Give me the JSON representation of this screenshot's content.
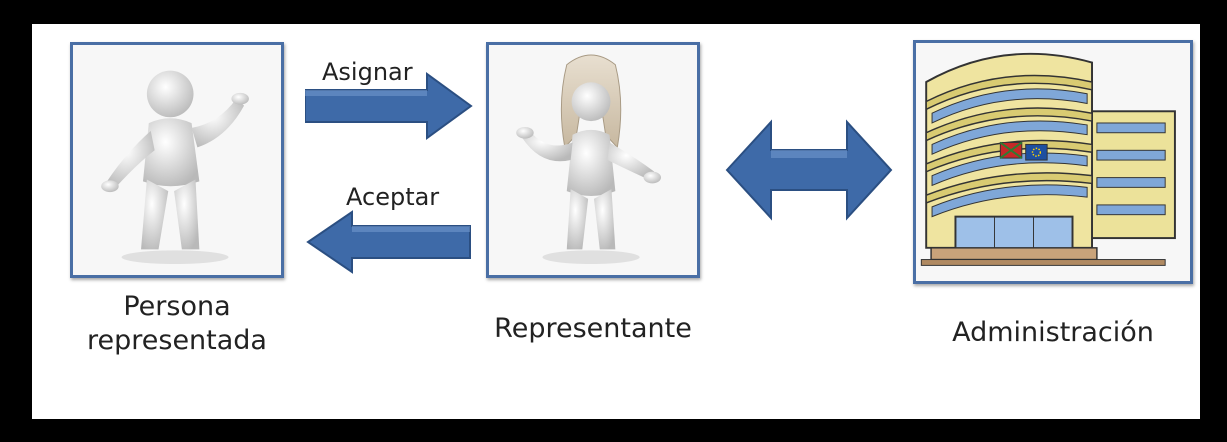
{
  "actors": {
    "left": {
      "caption_line1": "Persona",
      "caption_line2": "representada",
      "icon": "person-figure"
    },
    "middle": {
      "caption": "Representante",
      "icon": "person-with-long-hair-figure"
    },
    "right": {
      "caption": "Administración",
      "icon": "government-building"
    }
  },
  "arrows": {
    "assign": {
      "label": "Asignar",
      "direction": "right"
    },
    "accept": {
      "label": "Aceptar",
      "direction": "left"
    },
    "exchange": {
      "direction": "both"
    }
  },
  "colors": {
    "accent": "#4a6fa5",
    "arrow_fill": "#3e6aa8",
    "frame": "#000000"
  }
}
